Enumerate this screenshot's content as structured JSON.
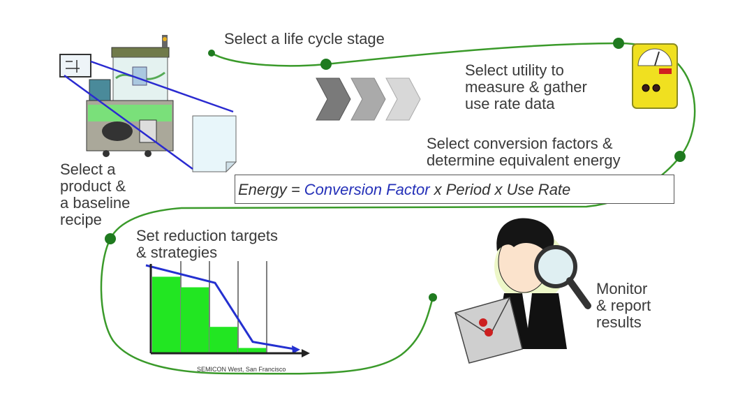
{
  "steps": {
    "life_cycle": "Select a life cycle stage",
    "utility": [
      "Select utility to",
      "measure & gather",
      "use rate data"
    ],
    "conversion": [
      "Select conversion factors &",
      "determine equivalent energy"
    ],
    "product": [
      "Select a",
      "product &",
      "a baseline",
      "recipe"
    ],
    "targets": [
      "Set reduction targets",
      "& strategies"
    ],
    "monitor": [
      "Monitor",
      "& report",
      "results"
    ]
  },
  "formula": {
    "prefix": "Energy = ",
    "highlight": "Conversion Factor",
    "suffix": " x Period x Use Rate"
  },
  "caption": "SEMICON West, San Francisco",
  "colors": {
    "path_green": "#3a9a2a",
    "node_green": "#1f7a1f",
    "text": "#3a3a3a",
    "highlight_blue": "#2430b8",
    "callout_blue": "#2a2ad0",
    "bar_green": "#22e622",
    "meter_yellow": "#f0e020"
  },
  "chart_data": {
    "type": "bar",
    "categories": [
      "",
      "",
      "",
      ""
    ],
    "values": [
      87,
      75,
      30,
      6
    ],
    "ylim": [
      0,
      100
    ],
    "trend": [
      100,
      80,
      13,
      5
    ]
  }
}
